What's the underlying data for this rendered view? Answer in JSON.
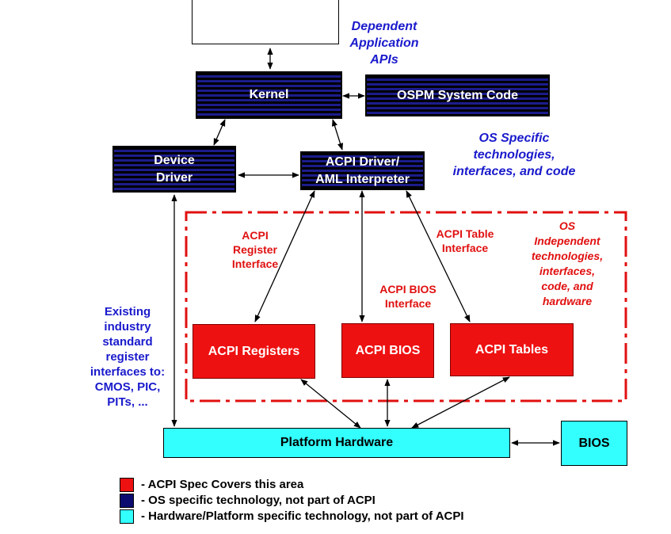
{
  "nodes": {
    "application": "",
    "kernel": "Kernel",
    "ospm": "OSPM System Code",
    "device_driver": "Device\nDriver",
    "acpi_driver": "ACPI Driver/\nAML Interpreter",
    "acpi_registers": "ACPI Registers",
    "acpi_bios": "ACPI BIOS",
    "acpi_tables": "ACPI Tables",
    "platform_hardware": "Platform Hardware",
    "bios": "BIOS"
  },
  "labels": {
    "dependent_apis": "Dependent\nApplication\nAPIs",
    "os_specific": "OS Specific\ntechnologies,\ninterfaces, and code",
    "register_interface": "ACPI\nRegister\nInterface",
    "bios_interface": "ACPI  BIOS\nInterface",
    "table_interface": "ACPI Table\nInterface",
    "os_independent": "OS\nIndependent\ntechnologies,\ninterfaces,\ncode, and\nhardware",
    "existing_interfaces": "Existing\nindustry\nstandard\nregister\ninterfaces to:\nCMOS, PIC,\nPITs, ..."
  },
  "legend": [
    {
      "color": "#ee1111",
      "text": "-  ACPI Spec Covers this area"
    },
    {
      "color": "#0c0c70",
      "text": "-  OS specific technology, not part of ACPI"
    },
    {
      "color": "#33ffff",
      "text": "-  Hardware/Platform specific technology, not part of ACPI"
    }
  ],
  "colors": {
    "acpi": "#ee1111",
    "os_specific": "#1c1c8c",
    "hardware": "#33ffff",
    "label_blue": "#1a1acc",
    "label_red": "#e01010"
  }
}
